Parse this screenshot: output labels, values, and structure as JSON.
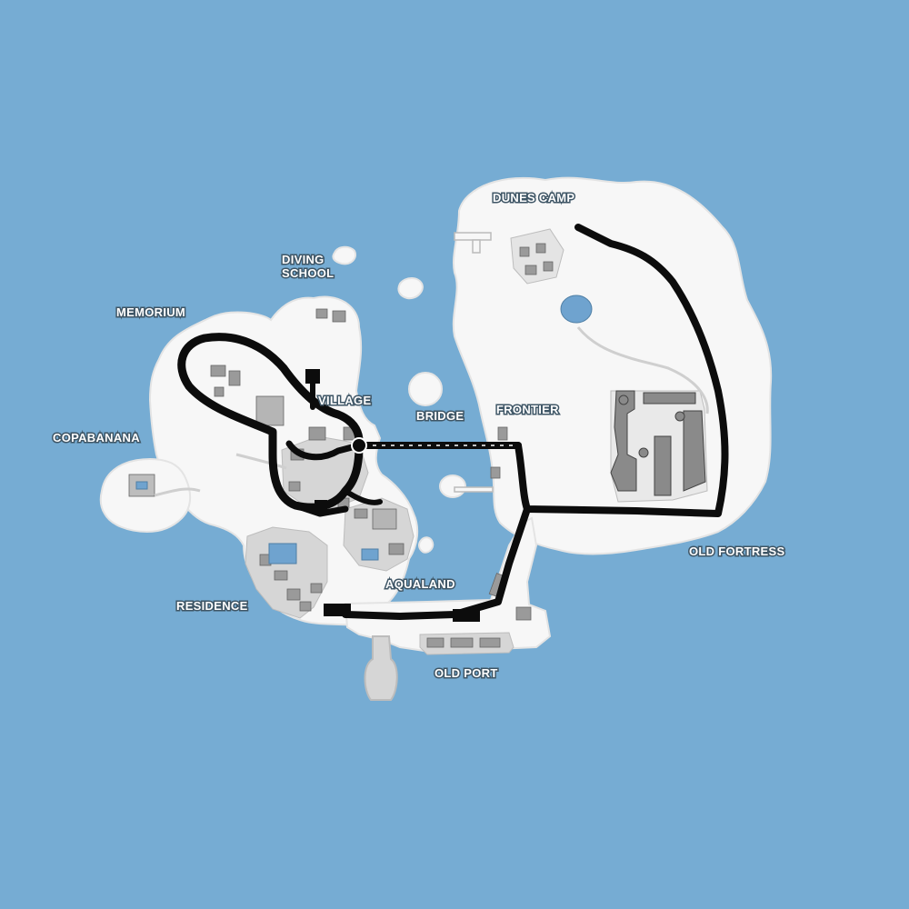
{
  "map": {
    "colors": {
      "sea": "#76acd3",
      "land": "#f7f7f7",
      "land_outline": "#e4e4e4",
      "urban": "#d6d6d6",
      "building": "#9a9a9a",
      "building_dark": "#6b6b6b",
      "road": "#0c0c0c",
      "pool": "#6fa3cf",
      "label_fill": "#ffffff",
      "label_stroke": "#3f5666"
    },
    "labels": {
      "dunes_camp": "DUNES CAMP",
      "diving_school_line1": "DIVING",
      "diving_school_line2": "SCHOOL",
      "memorium": "MEMORIUM",
      "village": "VILLAGE",
      "bridge": "BRIDGE",
      "frontier": "FRONTIER",
      "copabanana": "COPABANANA",
      "old_fortress": "OLD FORTRESS",
      "residence": "RESIDENCE",
      "aqualand": "AQUALAND",
      "old_port": "OLD PORT"
    }
  }
}
